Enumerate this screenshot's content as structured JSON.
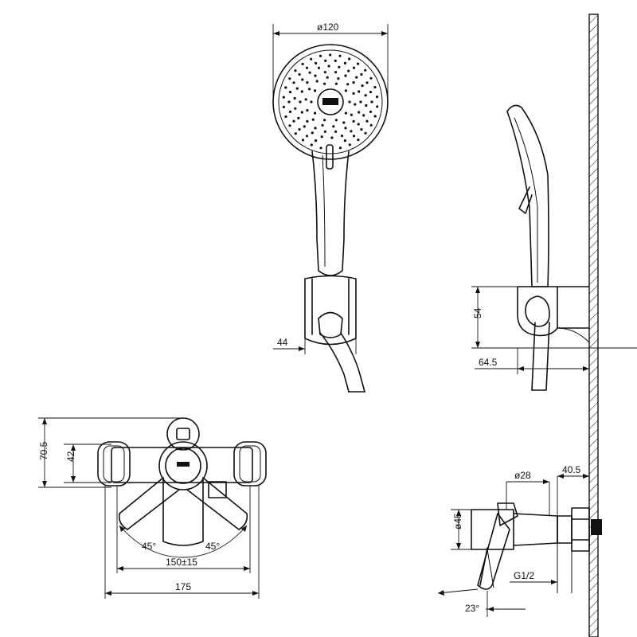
{
  "dimensions": {
    "head_diameter": "ø120",
    "holder_offset": "44",
    "holder_height": "54",
    "wall_offset": "64.5",
    "body_height": "70.5",
    "handle_height": "42",
    "angle_left": "45°",
    "angle_right": "45°",
    "centers": "150±15",
    "overall_width": "175",
    "handle_diameter": "ø28",
    "outlet_length": "40.5",
    "body_diameter": "ø45",
    "thread": "G1/2",
    "lever_angle": "23°"
  },
  "colors": {
    "line": "#111111",
    "background": "#ffffff"
  }
}
